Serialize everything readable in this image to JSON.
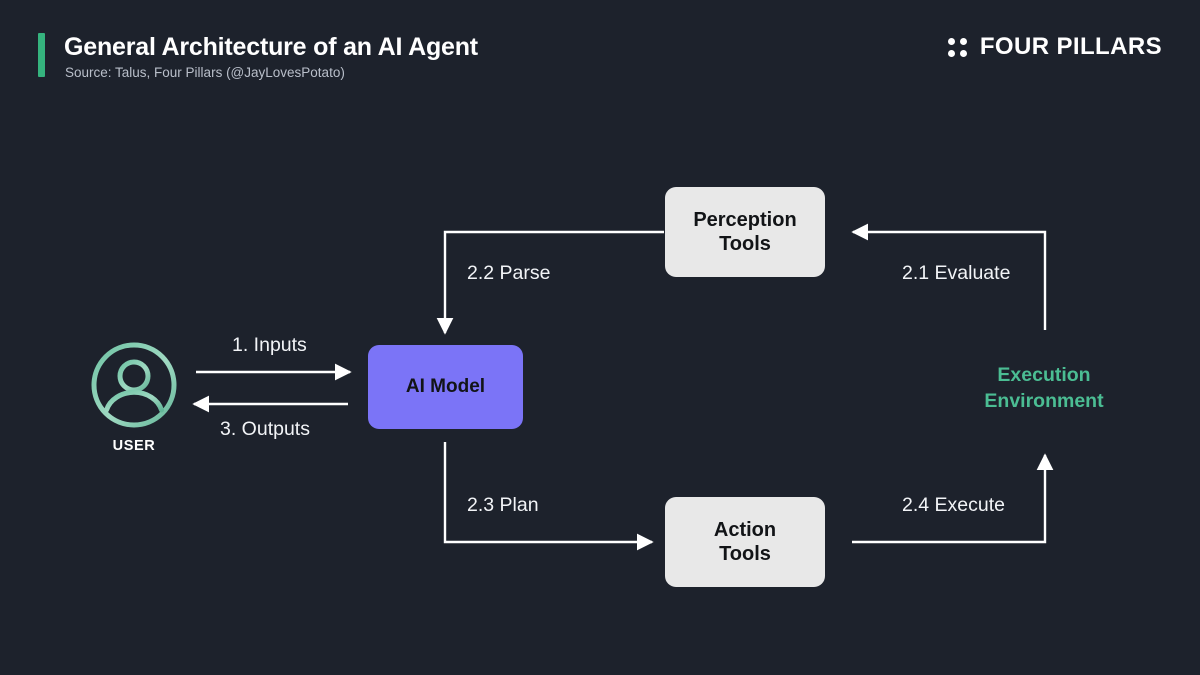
{
  "header": {
    "title": "General Architecture of an AI Agent",
    "subtitle": "Source: Talus, Four Pillars (@JayLovesPotato)",
    "accent_color": "#35b37e"
  },
  "brand": {
    "name": "FOUR PILLARS",
    "icon": "four-dots-icon"
  },
  "canvas": {
    "background_color": "#1d222c"
  },
  "diagram": {
    "type": "flow-diagram",
    "nodes": [
      {
        "id": "user",
        "label": "USER",
        "icon": "user-avatar-icon",
        "color": "#8ccfb4",
        "shape": "circle-icon"
      },
      {
        "id": "ai-model",
        "label": "AI Model",
        "color": "#7b74f7",
        "text_color": "#121417",
        "shape": "rounded-rect"
      },
      {
        "id": "perception-tools",
        "label": "Perception\nTools",
        "line1": "Perception",
        "line2": "Tools",
        "color": "#e8e8e8",
        "text_color": "#121417",
        "shape": "rounded-rect"
      },
      {
        "id": "action-tools",
        "label": "Action\nTools",
        "line1": "Action",
        "line2": "Tools",
        "color": "#e8e8e8",
        "text_color": "#121417",
        "shape": "rounded-rect"
      },
      {
        "id": "execution-environment",
        "line1": "Execution",
        "line2": "Environment",
        "color": "#4bbd93",
        "shape": "text-only"
      }
    ],
    "edges": [
      {
        "id": "inputs",
        "label": "1. Inputs",
        "from": "user",
        "to": "ai-model",
        "direction": "right"
      },
      {
        "id": "outputs",
        "label": "3. Outputs",
        "from": "ai-model",
        "to": "user",
        "direction": "left"
      },
      {
        "id": "evaluate",
        "label": "2.1 Evaluate",
        "from": "execution-environment",
        "to": "perception-tools",
        "direction": "left"
      },
      {
        "id": "parse",
        "label": "2.2 Parse",
        "from": "perception-tools",
        "to": "ai-model",
        "direction": "down"
      },
      {
        "id": "plan",
        "label": "2.3 Plan",
        "from": "ai-model",
        "to": "action-tools",
        "direction": "right"
      },
      {
        "id": "execute",
        "label": "2.4 Execute",
        "from": "action-tools",
        "to": "execution-environment",
        "direction": "up"
      }
    ],
    "edge_color": "#ffffff"
  }
}
